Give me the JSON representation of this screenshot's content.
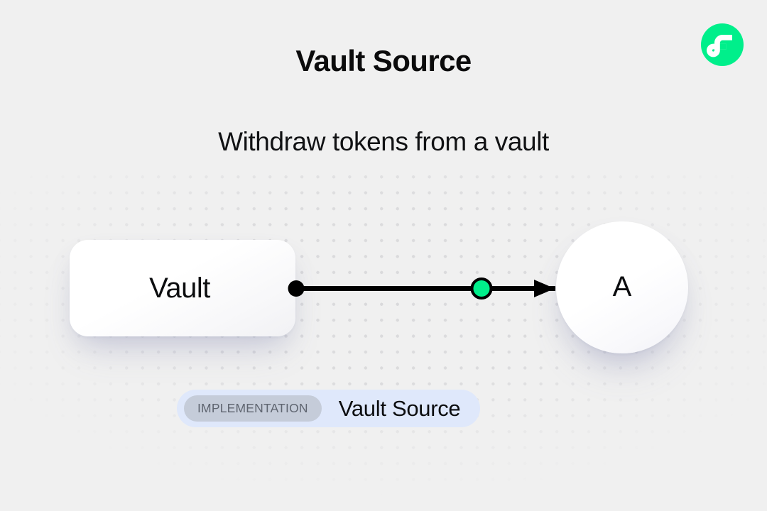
{
  "header": {
    "title": "Vault Source",
    "subtitle": "Withdraw tokens from a vault",
    "logo_icon": "flow-logo-icon",
    "logo_color": "#00EF8B"
  },
  "diagram": {
    "source_node": {
      "label": "Vault",
      "shape": "rounded-rect",
      "output_port_icon": "output-port-dot"
    },
    "target_node": {
      "label": "A",
      "shape": "circle"
    },
    "edge": {
      "midpoint_icon": "edge-midpoint-dot",
      "midpoint_color": "#00EF8B",
      "arrow_icon": "arrow-head-icon",
      "stroke_color": "#000000"
    }
  },
  "badge": {
    "kind_label": "IMPLEMENTATION",
    "name": "Vault Source",
    "background_color": "#dfe8fb",
    "chip_color": "#c5ccd9"
  }
}
